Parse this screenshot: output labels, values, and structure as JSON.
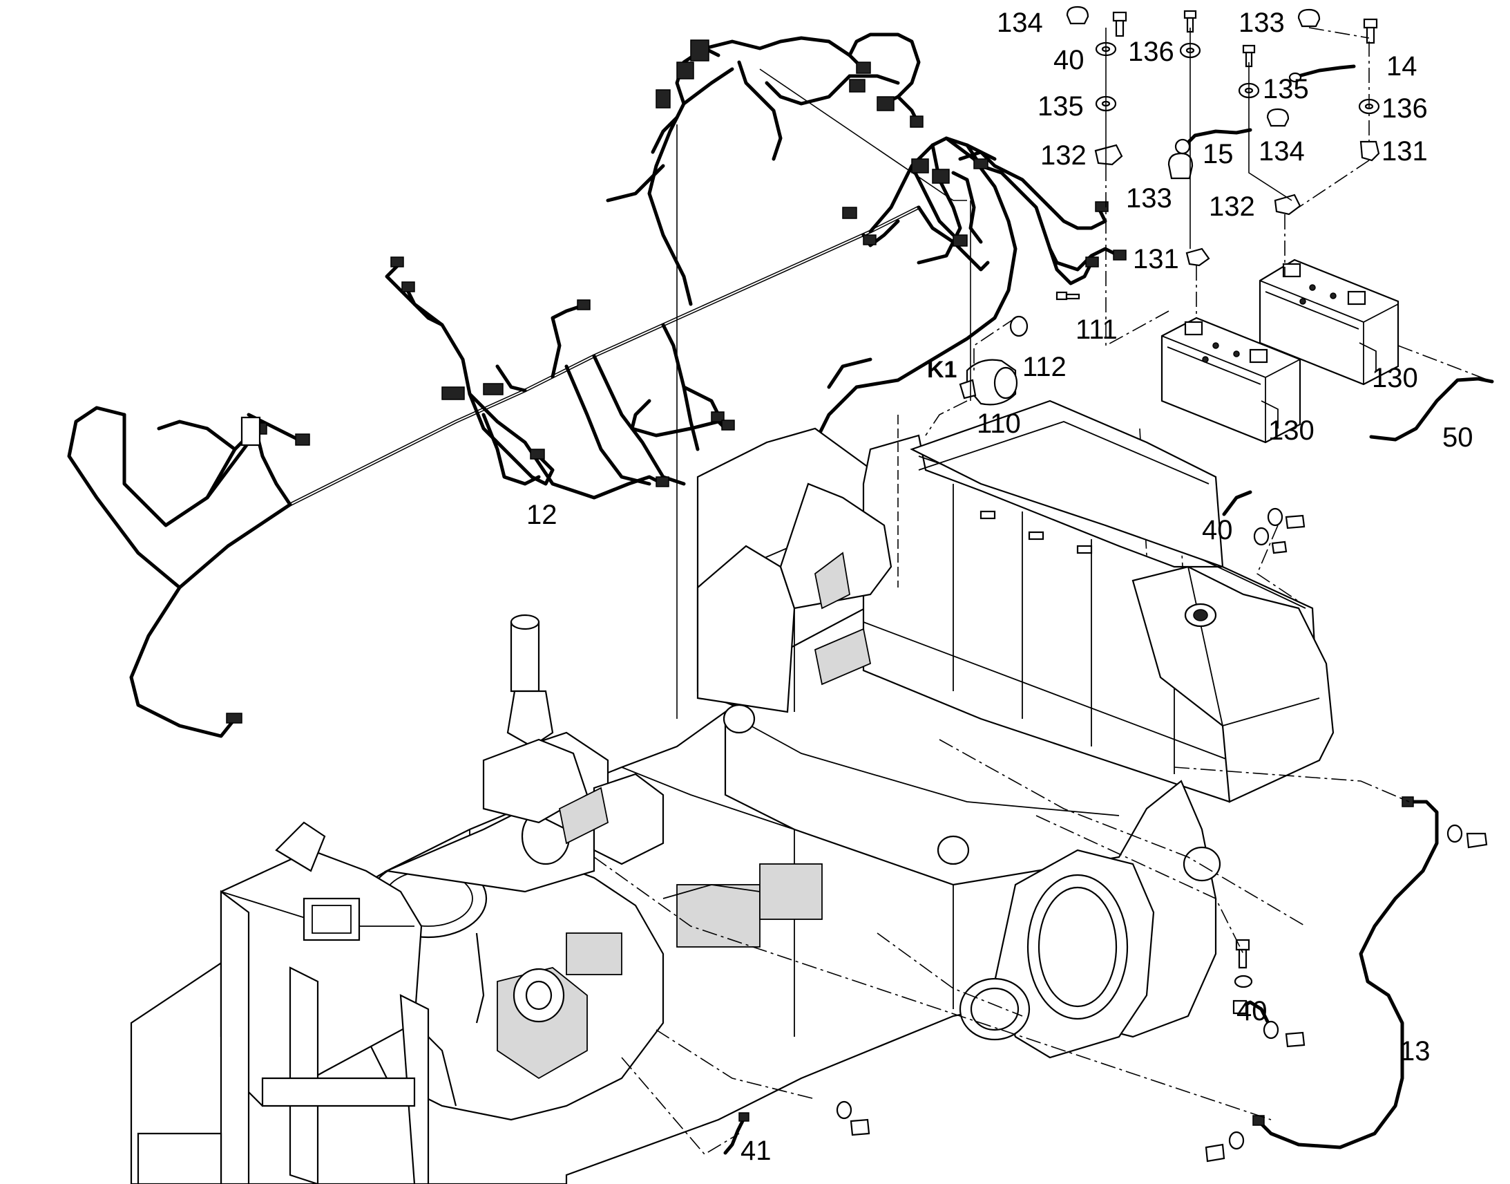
{
  "colors": {
    "ink": "#000000",
    "paper": "#ffffff",
    "shade": "#d8d8d8"
  },
  "callouts": {
    "p134a": "134",
    "p40a": "40",
    "p135a": "135",
    "p132a": "132",
    "p136a": "136",
    "p133a": "133",
    "p135b": "135",
    "p15": "15",
    "p134b": "134",
    "p133b": "133",
    "p132b": "132",
    "p131a": "131",
    "p14": "14",
    "p136b": "136",
    "p131b": "131",
    "p111": "111",
    "pK1": "K1",
    "p112": "112",
    "p110": "110",
    "p130a": "130",
    "p130b": "130",
    "p50": "50",
    "p12": "12",
    "p40b": "40",
    "p40c": "40",
    "p13": "13",
    "p41": "41"
  }
}
